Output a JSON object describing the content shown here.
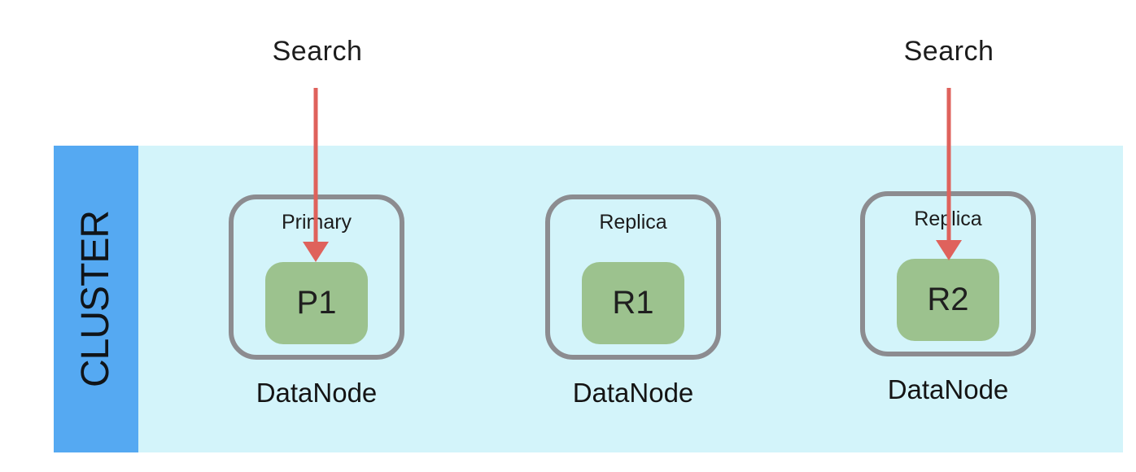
{
  "diagram": {
    "search_labels": [
      {
        "label": "Search"
      },
      {
        "label": "Search"
      }
    ],
    "cluster": {
      "label": "CLUSTER",
      "nodes": [
        {
          "shard_type": "Primary",
          "shard_id": "P1",
          "caption": "DataNode"
        },
        {
          "shard_type": "Replica",
          "shard_id": "R1",
          "caption": "DataNode"
        },
        {
          "shard_type": "Replica",
          "shard_id": "R2",
          "caption": "DataNode"
        }
      ]
    },
    "arrows": [
      {
        "name": "search-to-P1",
        "from": "Search",
        "to": "P1"
      },
      {
        "name": "search-to-R2",
        "from": "Search",
        "to": "R2"
      }
    ],
    "colors": {
      "cluster_sidebar_blue": "#55a9f2",
      "cluster_body_cyan": "#d3f4fa",
      "shard_green": "#9cc28e",
      "node_border_gray": "#8c8c90",
      "arrow_red": "#df625c",
      "text_black": "#1c1c1c"
    }
  }
}
